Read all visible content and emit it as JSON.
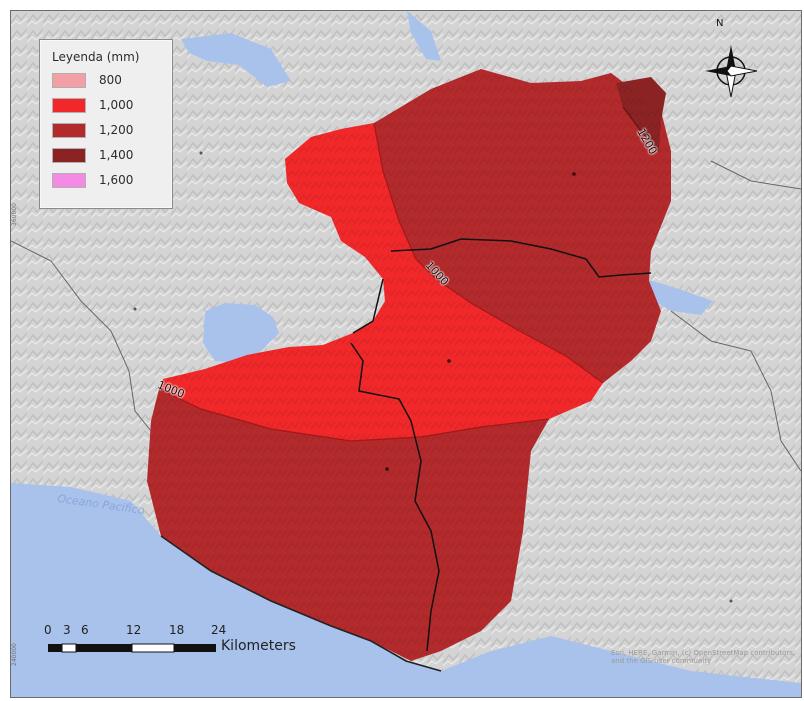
{
  "legend": {
    "title": "Leyenda (mm)",
    "items": [
      {
        "label": "800",
        "color": "#f2a0a5"
      },
      {
        "label": "1,000",
        "color": "#f0282a"
      },
      {
        "label": "1,200",
        "color": "#b32a2c"
      },
      {
        "label": "1,400",
        "color": "#8b2324"
      },
      {
        "label": "1,600",
        "color": "#f38ae3"
      }
    ]
  },
  "contour_labels": {
    "c1000_left": "1000",
    "c1000_center": "1000",
    "c1200_top": "1200"
  },
  "water": {
    "ocean_label": "Oceano Pacifico"
  },
  "scale_bar": {
    "ticks": [
      "0",
      "3",
      "6",
      "12",
      "18",
      "24"
    ],
    "unit": "Kilometers"
  },
  "north_arrow": {
    "label": "N"
  },
  "axis": {
    "left_top": "360000",
    "left_bottom": "240000"
  },
  "credits": "Esri, HERE, Garmin, (c) OpenStreetMap contributors, and the GIS user community",
  "colors": {
    "zone_1000": "#f0282a",
    "zone_1200": "#b32a2c",
    "zone_1400": "#8b2324",
    "water": "#a9c2ec",
    "land": "#d6d6d6"
  }
}
